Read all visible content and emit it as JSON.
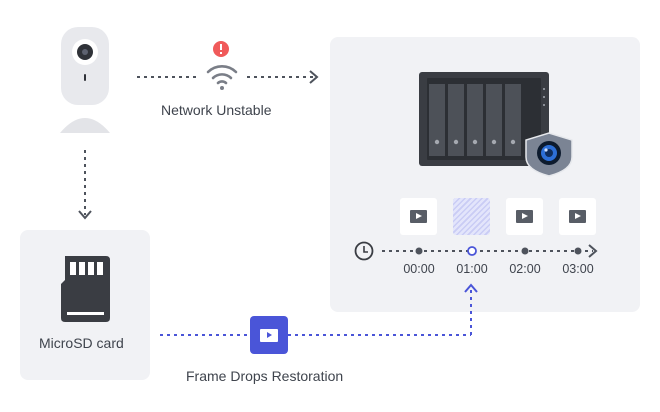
{
  "network": {
    "status_label": "Network Unstable"
  },
  "storage": {
    "label": "MicroSD card"
  },
  "restoration": {
    "label": "Frame Drops Restoration"
  },
  "timeline": {
    "times": [
      "00:00",
      "01:00",
      "02:00",
      "03:00"
    ]
  },
  "colors": {
    "accent": "#4a55d8",
    "warning": "#f05a5a",
    "panel": "#f1f2f5",
    "connector": "#4e535c"
  }
}
